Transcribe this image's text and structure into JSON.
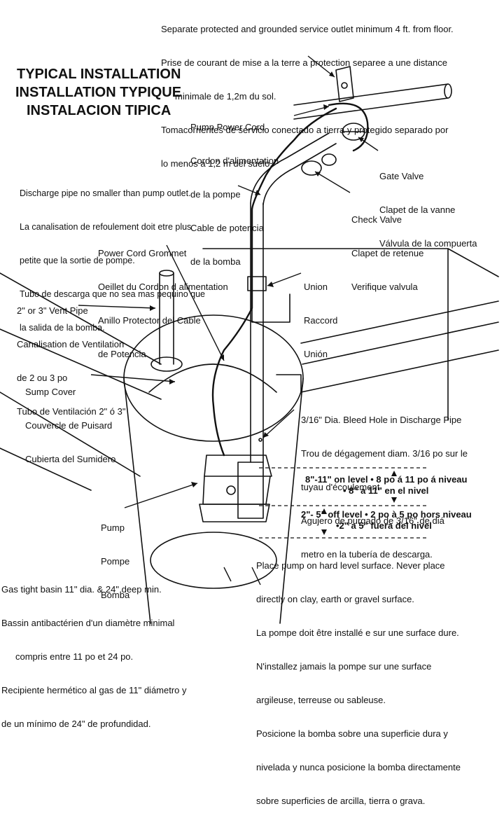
{
  "title": {
    "en": "TYPICAL INSTALLATION",
    "fr": "INSTALLATION TYPIQUE",
    "es": "INSTALACION TIPICA"
  },
  "labels": {
    "outlet": [
      "Separate protected and grounded service outlet minimum 4 ft. from floor.",
      "Prise de courant de mise a la terre a protection separee a une distance",
      "minimale de 1,2m du sol.",
      "Tomacorrientes de servicio conectado a tierra y protegido separado por",
      "lo menos a 1,2 m del suelo."
    ],
    "power_cord": [
      "Pump Power Cord",
      "Cordon d'alimentation",
      "de la pompe",
      "Cable de potencia",
      "de la  bomba"
    ],
    "gate_valve": [
      "Gate Valve",
      "Clapet de la vanne",
      "Válvula de la compuerta"
    ],
    "discharge_pipe": [
      "Discharge pipe no smaller than pump outlet.",
      "La canalisation de refoulement doit etre plus",
      "petite que la sortie de pompe.",
      "Tubo de descarga que no sea mas pequino que",
      "la salida de la bomba."
    ],
    "check_valve": [
      "Check Valve",
      "Clapet de retenue",
      "Verifique valvula"
    ],
    "grommet": [
      "Power Cord Grommet",
      "Oeillet du Cordon d alimentation",
      "Anillo Protector del Cable",
      "de Potencia"
    ],
    "union": [
      "Union",
      "Raccord",
      "Unión"
    ],
    "vent_pipe": [
      "2\" or 3\" Vent Pipe",
      "Canalisation de Ventilation",
      "de 2 ou 3 po",
      "Tubo de Ventilación 2\" ó 3\""
    ],
    "sump_cover": [
      "Sump Cover",
      "Couvercle de Puisard",
      "Cubierta del Sumidero"
    ],
    "bleed_hole": [
      "3/16\" Dia. Bleed Hole in Discharge Pipe",
      "Trou de dégagement diam. 3/16 po sur le",
      "tuyau d'écoulement",
      "Agujero de purgado de 3/16\" de diá",
      "metro en la tubería de descarga."
    ],
    "pump": [
      "Pump",
      "Pompe",
      "Bomba"
    ],
    "basin": [
      "Gas tight basin 11\" dia. & 24\" deep min.",
      "Bassin antibactérien d'un diamètre minimal",
      "compris entre 11 po et 24 po.",
      "Recipiente hermético al gas de 11\" diámetro y",
      "de un mínimo de 24\" de profundidad."
    ],
    "surface": [
      "Place pump on hard level surface. Never place",
      "directly on clay, earth or gravel surface.",
      "La pompe doit être installé e sur une surface dure.",
      "N'installez jamais la pompe sur une surface",
      "argileuse, terreuse ou sableuse.",
      "Posicione la bomba sobre una superficie dura y",
      "nivelada y nunca posicione la bomba directamente",
      "sobre superficies de arcilla, tierra o grava."
    ]
  },
  "levels": {
    "on_line1": "8\"-11\" on level • 8 po á 11 po á niveau",
    "on_line2": "• 8\" a 11\" en el nivel",
    "off_line1": "2\"- 5\" off level  • 2 po à 5 po hors niveau",
    "off_line2": "•2\" a 5\" fuera del nivel"
  }
}
